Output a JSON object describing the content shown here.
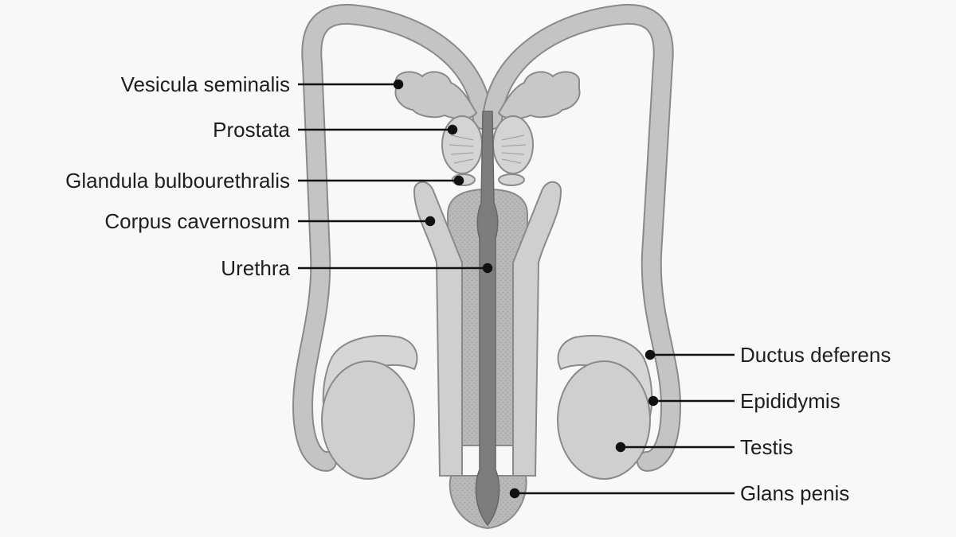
{
  "labels": {
    "vesicula_seminalis": "Vesicula seminalis",
    "prostata": "Prostata",
    "glandula_bulbourethralis": "Glandula bulbourethralis",
    "corpus_cavernosum": "Corpus cavernosum",
    "urethra": "Urethra",
    "ductus_deferens": "Ductus deferens",
    "epididymis": "Epididymis",
    "testis": "Testis",
    "glans_penis": "Glans penis"
  },
  "colors": {
    "background": "#f8f8f8",
    "outline": "#8a8a8a",
    "tissue_light": "#d2d2d2",
    "tissue_mid": "#b8b8b8",
    "tissue_dark": "#7d7d7d",
    "leader_line": "#111111"
  }
}
